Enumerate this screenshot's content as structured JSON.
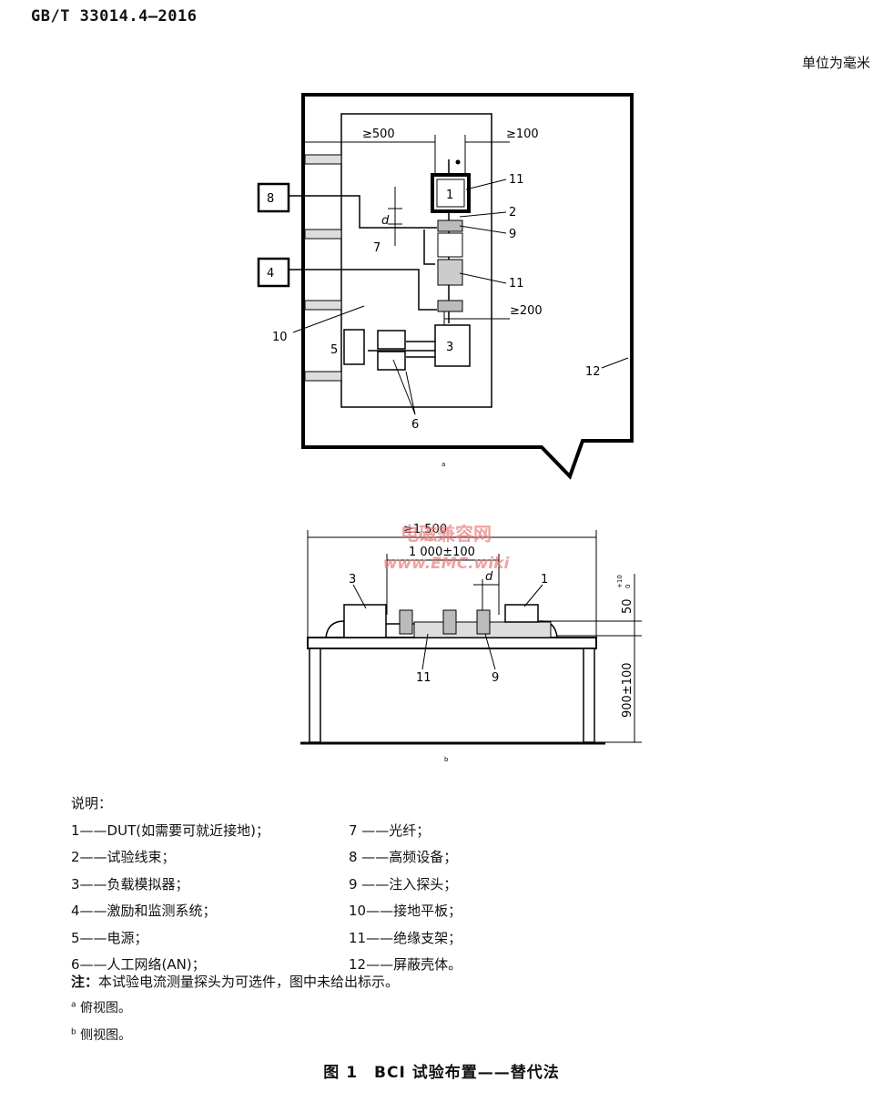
{
  "header": {
    "standard": "GB/T 33014.4—2016",
    "unit": "单位为毫米"
  },
  "top_view": {
    "dims": {
      "d500": "≥500",
      "d100": "≥100",
      "d200": "≥200"
    },
    "labels": {
      "n1": "1",
      "n2": "2",
      "n3": "3",
      "n4": "4",
      "n5": "5",
      "n6": "6",
      "n7": "7",
      "n8": "8",
      "n9": "9",
      "n10": "10",
      "n11a": "11",
      "n11b": "11",
      "n12": "12",
      "d": "d"
    },
    "sub": "a"
  },
  "side_view": {
    "dims": {
      "total": "≥1 500",
      "mid": "1 000±100",
      "height": "900±100",
      "clear": "50",
      "tol_up": "+10",
      "tol_low": "0"
    },
    "labels": {
      "n1": "1",
      "n3": "3",
      "n9": "9",
      "n11": "11",
      "d": "d"
    },
    "sub": "b"
  },
  "watermark": {
    "line1": "电磁兼容网",
    "line2": "www.EMC.wiki"
  },
  "legend": {
    "title": "说明：",
    "left": [
      "1——DUT(如需要可就近接地)；",
      "2——试验线束；",
      "3——负载模拟器；",
      "4——激励和监测系统；",
      "5——电源；",
      "6——人工网络(AN)；"
    ],
    "right": [
      "7 ——光纤；",
      "8 ——高频设备；",
      "9 ——注入探头；",
      "10——接地平板；",
      "11——绝缘支架；",
      "12——屏蔽壳体。"
    ]
  },
  "note": {
    "prefix": "注：",
    "text": "本试验电流测量探头为可选件，图中未给出标示。"
  },
  "footnotes": {
    "a_mark": "a",
    "a_text": "俯视图。",
    "b_mark": "b",
    "b_text": "侧视图。"
  },
  "caption": "图 1　BCI 试验布置——替代法"
}
